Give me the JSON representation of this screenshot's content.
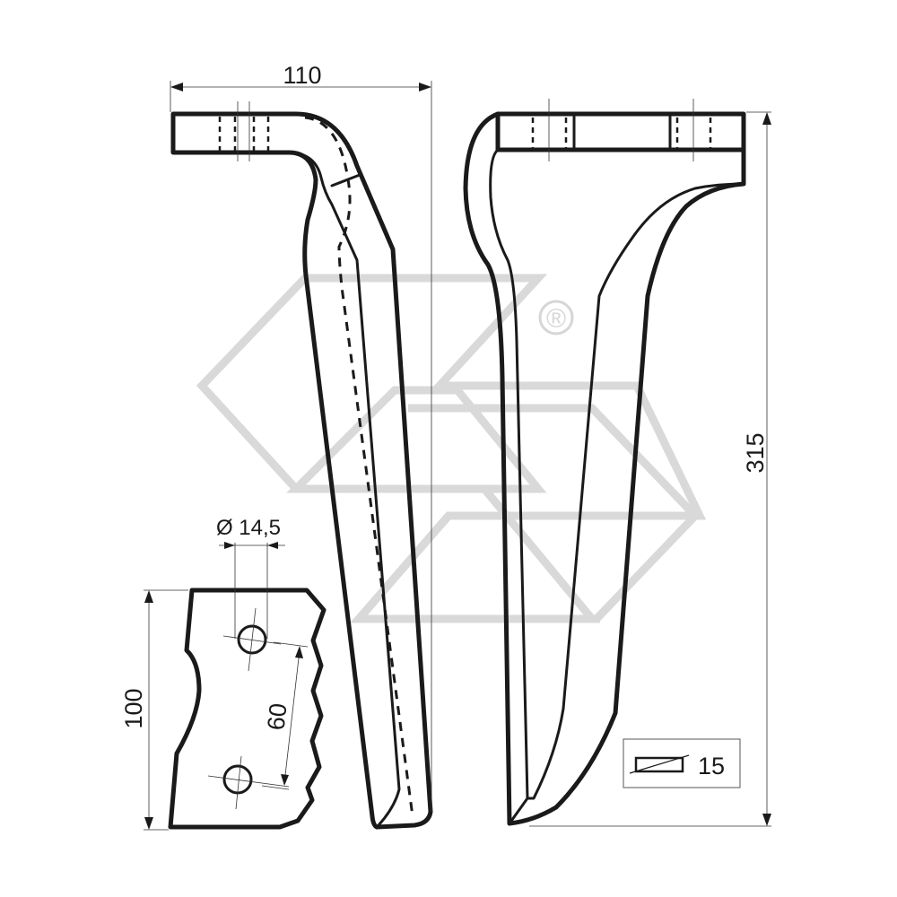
{
  "drawing": {
    "subject": "Rotary tiller blade technical drawing",
    "views": [
      "side-view",
      "front-view",
      "flange-detail"
    ],
    "dimensions": {
      "width_top": "110",
      "height_total": "315",
      "flange_height": "100",
      "hole_spacing": "60",
      "hole_diameter": "Ø 14,5",
      "thickness": "15"
    },
    "watermark": {
      "registered_mark": "®"
    },
    "colors": {
      "line": "#1a1a1a",
      "watermark": "#d9d9d9",
      "background": "#ffffff"
    }
  }
}
